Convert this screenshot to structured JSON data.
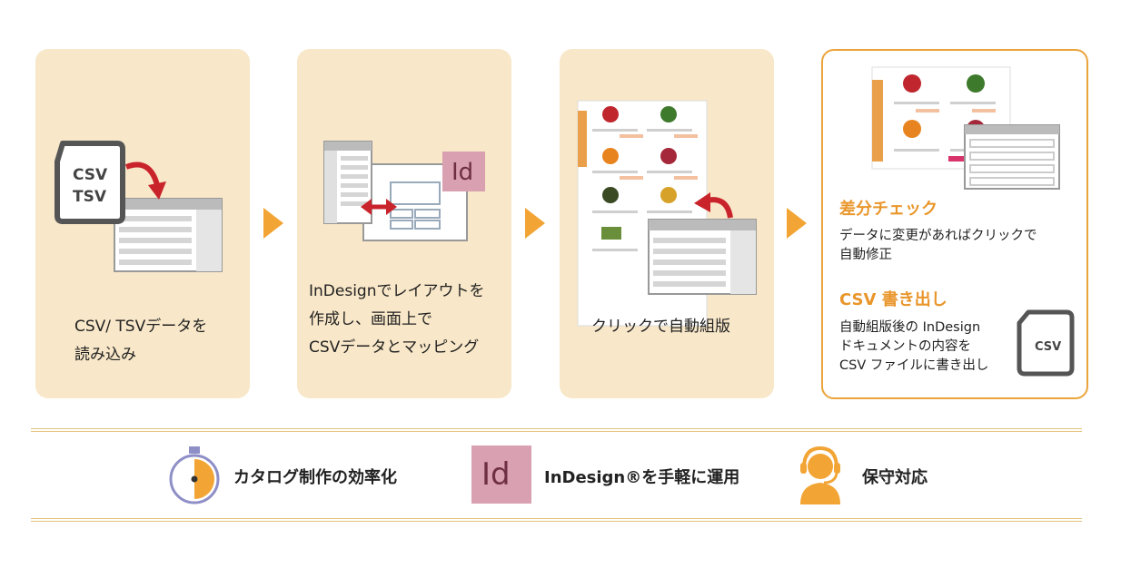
{
  "steps": [
    {
      "caption": "CSV/ TSVデータを\n読み込み",
      "file_line1": "CSV",
      "file_line2": "TSV"
    },
    {
      "caption": "InDesignでレイアウトを\n作成し、画面上で\nCSVデータとマッピング",
      "id_logo": "Id"
    },
    {
      "caption": "クリックで自動組版"
    },
    {
      "heading1": "差分チェック",
      "text1": "データに変更があればクリックで\n自動修正",
      "heading2": "CSV 書き出し",
      "text2": "自動組版後の InDesign\nドキュメントの内容を\nCSV ファイルに書き出し",
      "file_label": "CSV"
    }
  ],
  "features": [
    {
      "label": "カタログ制作の効率化",
      "icon": "stopwatch-icon"
    },
    {
      "label": "InDesign®を手軽に運用",
      "icon": "indesign-logo-icon",
      "logo_text": "Id"
    },
    {
      "label": "保守対応",
      "icon": "headset-support-icon"
    }
  ],
  "colors": {
    "card_bg": "#f8e7c8",
    "accent": "#f2a534",
    "red": "#c9232b",
    "id_pink": "#d8a0b0"
  }
}
